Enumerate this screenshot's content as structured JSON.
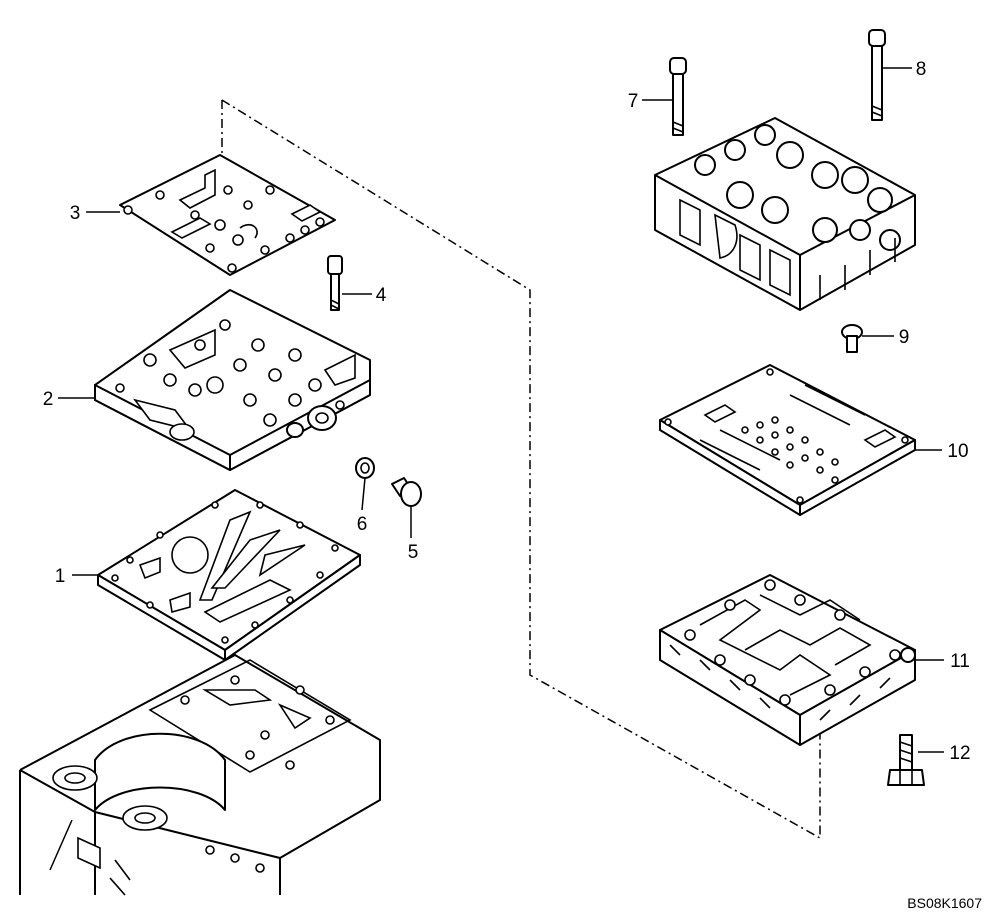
{
  "callouts": {
    "c1": "1",
    "c2": "2",
    "c3": "3",
    "c4": "4",
    "c5": "5",
    "c6": "6",
    "c7": "7",
    "c8": "8",
    "c9": "9",
    "c10": "10",
    "c11": "11",
    "c12": "12"
  },
  "drawing_ref": "BS08K1607"
}
